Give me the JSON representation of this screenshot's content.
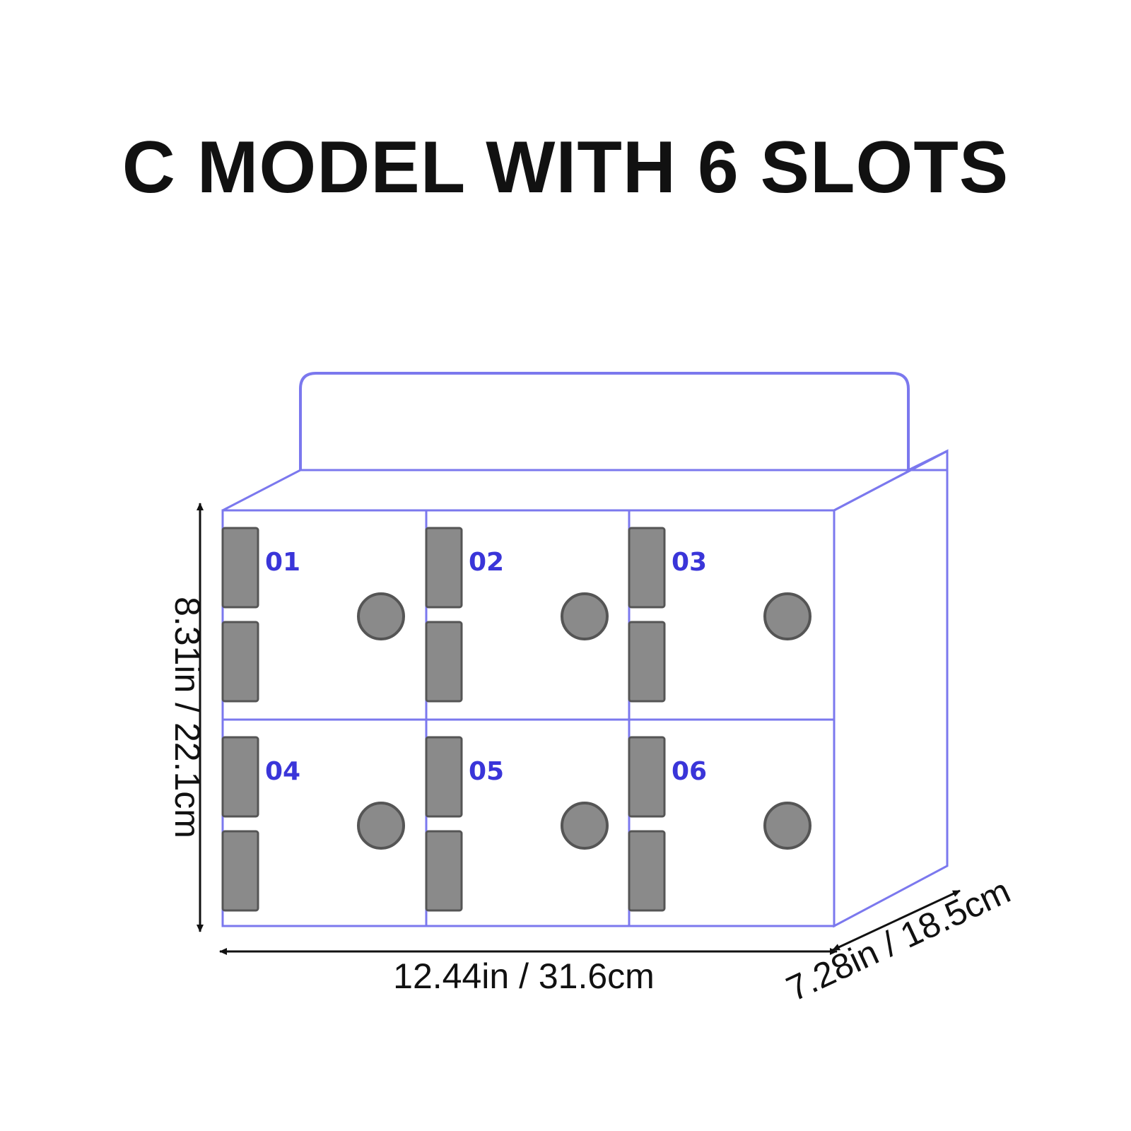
{
  "title": "C MODEL WITH 6 SLOTS",
  "colors": {
    "outline": "#7b78ee",
    "slot_label": "#3a35d9",
    "latch": "#8a8a8a",
    "latch_border": "#555555",
    "dimension": "#111111"
  },
  "slots": [
    {
      "label": "01"
    },
    {
      "label": "02"
    },
    {
      "label": "03"
    },
    {
      "label": "04"
    },
    {
      "label": "05"
    },
    {
      "label": "06"
    }
  ],
  "dimensions": {
    "height": "8.31in / 22.1cm",
    "width": "12.44in / 31.6cm",
    "depth": "7.28in / 18.5cm"
  }
}
